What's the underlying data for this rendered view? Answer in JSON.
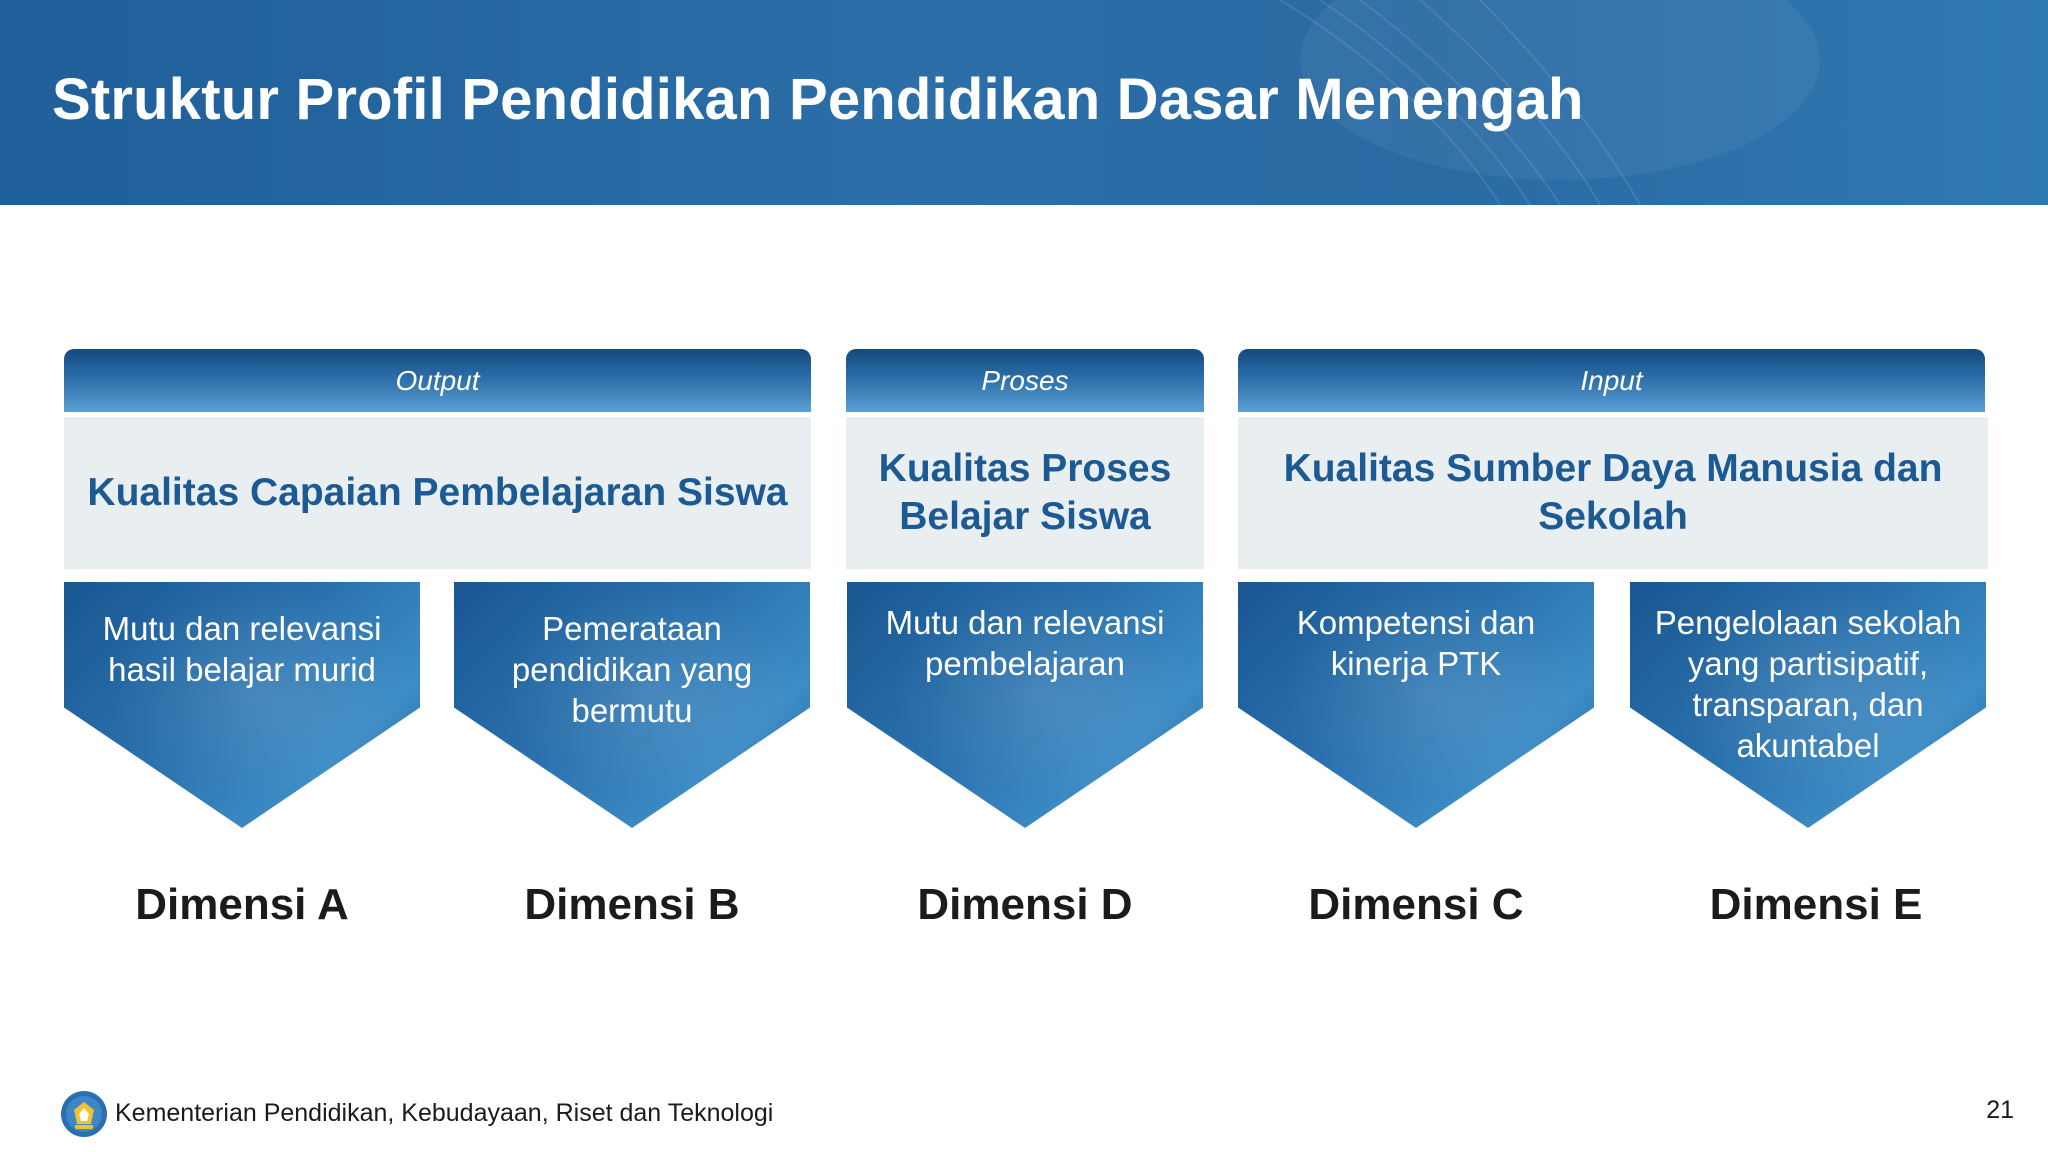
{
  "slide": {
    "title": "Struktur Profil Pendidikan Pendidikan Dasar Menengah"
  },
  "sections": [
    {
      "label": "Output",
      "quality": "Kualitas Capaian Pembelajaran Siswa"
    },
    {
      "label": "Proses",
      "quality": "Kualitas Proses Belajar Siswa"
    },
    {
      "label": "Input",
      "quality": "Kualitas Sumber Daya Manusia dan Sekolah"
    }
  ],
  "panels": [
    {
      "text": "Mutu dan relevansi hasil belajar murid",
      "dimension": "Dimensi A"
    },
    {
      "text": "Pemerataan pendidikan yang bermutu",
      "dimension": "Dimensi B"
    },
    {
      "text": "Mutu dan relevansi pembelajaran",
      "dimension": "Dimensi D"
    },
    {
      "text": "Kompetensi dan kinerja PTK",
      "dimension": "Dimensi C"
    },
    {
      "text": "Pengelolaan sekolah yang partisipatif, transparan, dan akuntabel",
      "dimension": "Dimensi E"
    }
  ],
  "footer": {
    "ministry": "Kementerian Pendidikan, Kebudayaan, Riset dan Teknologi",
    "page_number": "21",
    "logo_icon": "tut-wuri-handayani-logo-icon"
  },
  "colors": {
    "header_blue": "#2b6ea8",
    "quality_text": "#1c5a94",
    "quality_box": "#e9eef1"
  }
}
